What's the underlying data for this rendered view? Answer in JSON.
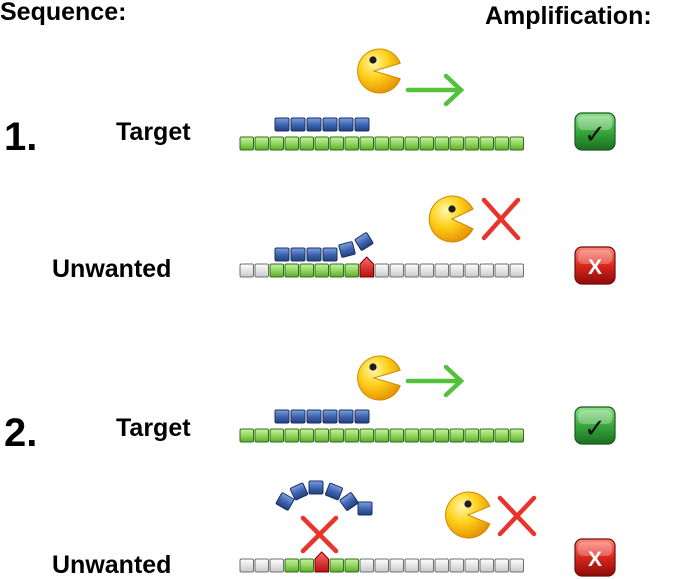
{
  "headers": {
    "sequence": "Sequence:",
    "amplification": "Amplification:"
  },
  "scenarios": [
    {
      "number": "1.",
      "target_label": "Target",
      "unwanted_label": "Unwanted"
    },
    {
      "number": "2.",
      "target_label": "Target",
      "unwanted_label": "Unwanted"
    }
  ],
  "status_marks": {
    "pass_mark": "✓",
    "fail_mark": "X"
  },
  "colors": {
    "template_match": "#8ed35a",
    "template_other": "#e0e0e0",
    "mismatch": "#d62020",
    "primer": "#3f66b3",
    "polymerase": "#f5c400",
    "arrow": "#53c23b",
    "blocked_cross": "#e8342a",
    "pass_badge": "#2f9d3a",
    "fail_badge": "#d01c1c"
  },
  "icons": [
    "polymerase-pacman-icon",
    "extension-arrow-icon",
    "blocked-cross-icon",
    "check-badge-icon",
    "fail-badge-icon"
  ]
}
